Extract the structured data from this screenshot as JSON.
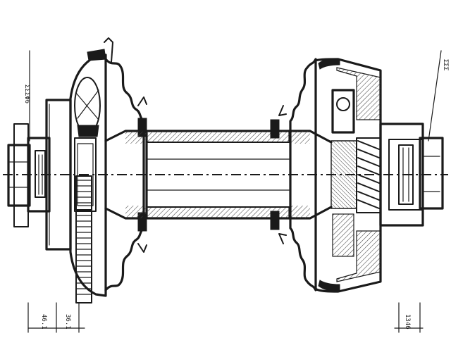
{
  "drawing": {
    "colors": {
      "ink": "#1a1a1a",
      "paper": "#ffffff",
      "hatch": "#444444"
    },
    "labels": {
      "left_spline_dim": "ΣΣΣΦ6",
      "right_spline_dim": "ΣΣΣ",
      "bottom_left_dim_a": "46.1",
      "bottom_left_dim_b": "36.1",
      "bottom_right_dim": "1346"
    }
  }
}
